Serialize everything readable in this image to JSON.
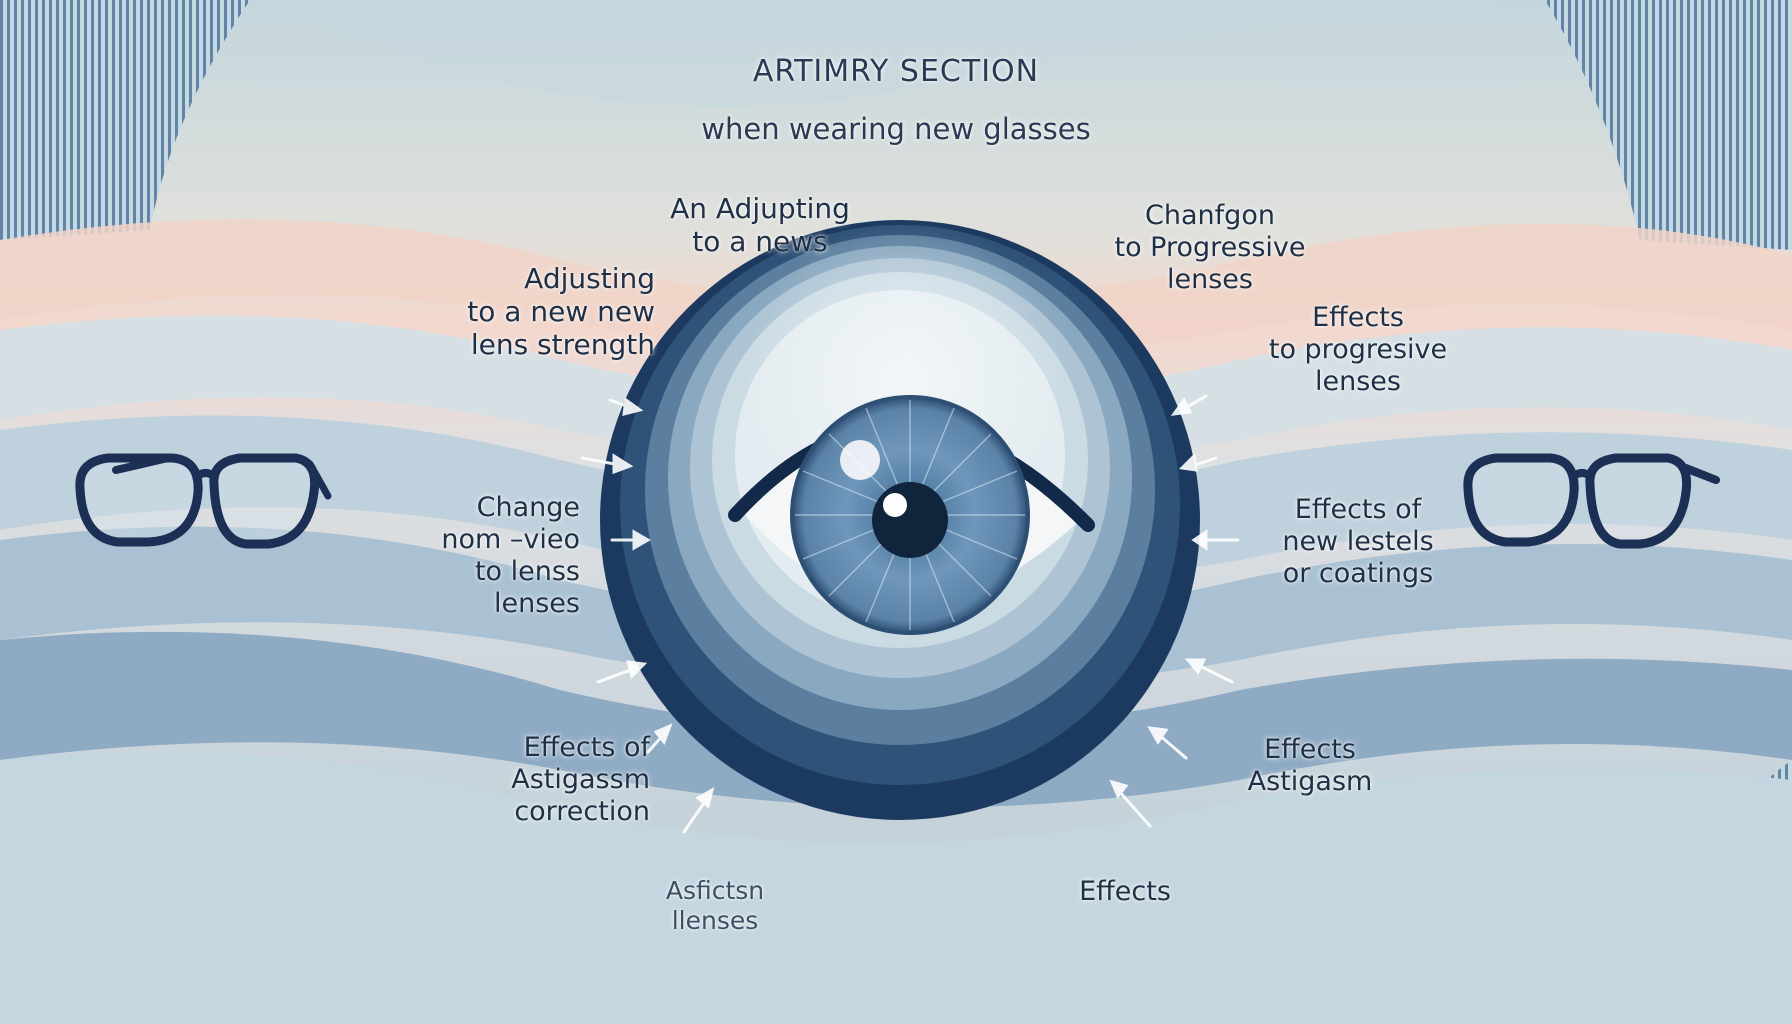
{
  "header": {
    "title": "ARTIMRY SECTION",
    "subtitle": "when wearing new glasses"
  },
  "labels": {
    "top_center": [
      "An Adjupting",
      "to  a news"
    ],
    "left_1": [
      "Adjusting",
      "to a new new",
      "lens strength"
    ],
    "left_2": [
      "Change",
      "nom –vieo",
      "to lenss",
      "lenses"
    ],
    "left_3": [
      "Effects of",
      "Astigassm",
      "correction"
    ],
    "bottom_center": [
      "Asfictsn",
      "llenses"
    ],
    "right_1": [
      "Chanfgon",
      "to Progressive",
      "lenses"
    ],
    "right_2": [
      "Effects",
      "to progresive",
      "lenses"
    ],
    "right_3": [
      "Effects of",
      "new lestels",
      "or coatings"
    ],
    "right_4": [
      "Effects",
      "Astigasm"
    ],
    "bottom_right": [
      "Effects"
    ]
  },
  "colors": {
    "text": "#1f2f45",
    "iris": "#5f86aa",
    "pupil": "#10243b",
    "frame": "#1c2f55",
    "accent_pink": "#f2cfc2"
  }
}
